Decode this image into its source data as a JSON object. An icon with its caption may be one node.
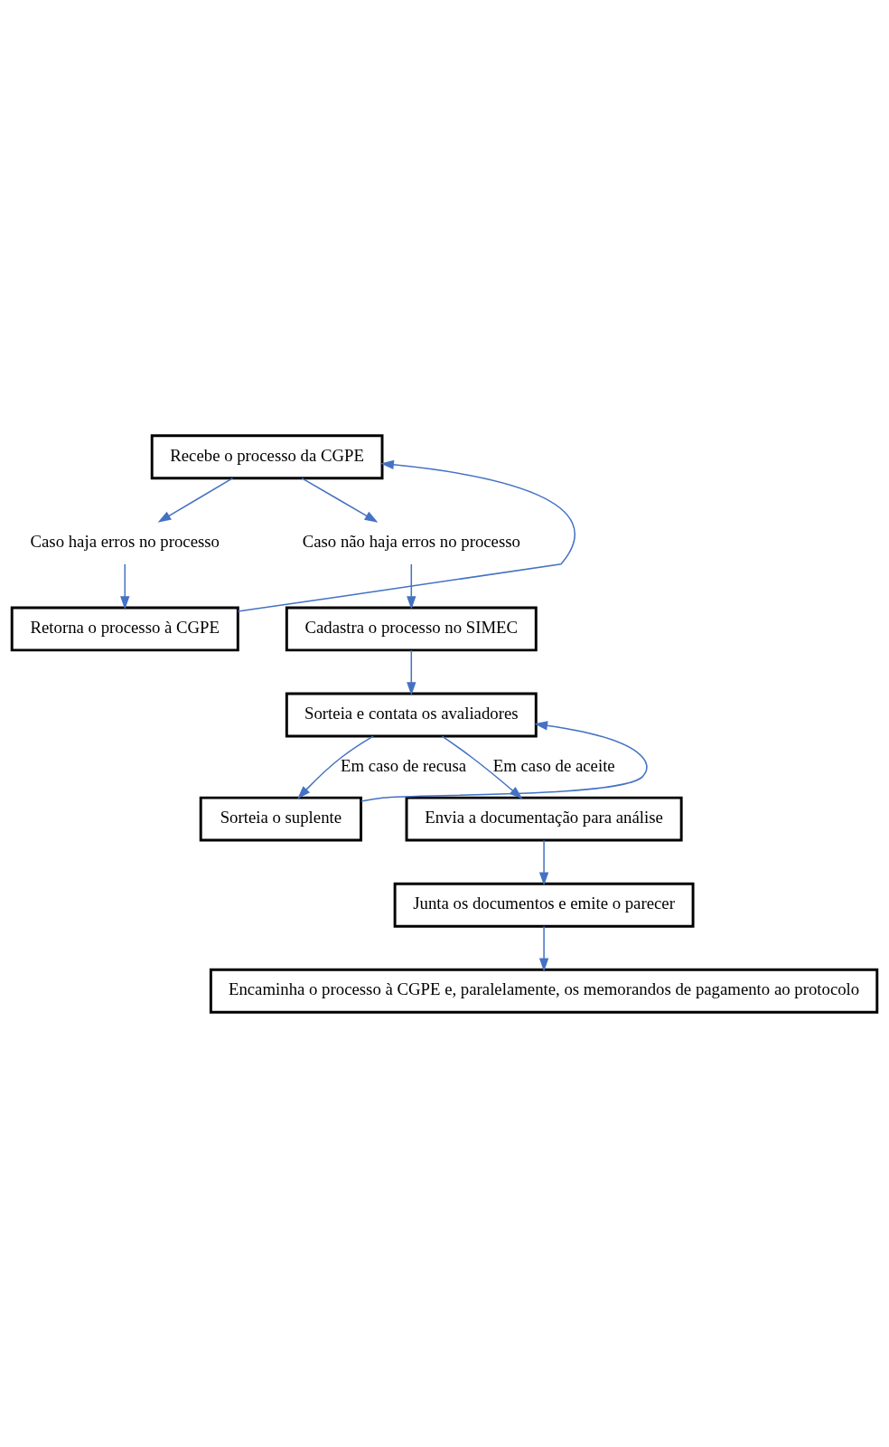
{
  "diagram": {
    "nodes": [
      {
        "text": [
          "Recebe o processo da CGPE"
        ]
      },
      {
        "text": [
          "Caso haja erros no processo"
        ]
      },
      {
        "text": [
          "Caso não haja erros no processo"
        ]
      },
      {
        "text": [
          "Retorna o processo à CGPE"
        ]
      },
      {
        "text": [
          "Cadastra o processo no SIMEC"
        ]
      },
      {
        "text": [
          "Sorteia e contata os avaliadores"
        ]
      },
      {
        "text": [
          "Sorteia o suplente"
        ]
      },
      {
        "text": [
          "Envia a documentação para análise"
        ]
      },
      {
        "text": [
          "Junta os documentos e emite o parecer"
        ]
      },
      {
        "text": [
          "Encaminha o processo à CGPE e, paralelamente, os memorandos de pagamento ao protocolo"
        ]
      }
    ],
    "edges": [
      {
        "from": 0,
        "to": 1,
        "arrow": "to"
      },
      {
        "from": 0,
        "to": 2,
        "arrow": "to"
      },
      {
        "from": 1,
        "to": 3,
        "arrow": "to"
      },
      {
        "from": 3,
        "to": 0,
        "arrow": "to"
      },
      {
        "from": 2,
        "to": 4,
        "arrow": "to"
      },
      {
        "from": 4,
        "to": 5,
        "arrow": "to"
      },
      {
        "from": 5,
        "to": 6,
        "arrow": "to",
        "label": "Em caso de recusa"
      },
      {
        "from": 5,
        "to": 7,
        "arrow": "to",
        "label": "Em caso de aceite"
      },
      {
        "from": 6,
        "to": 5,
        "arrow": "to"
      },
      {
        "from": 7,
        "to": 8,
        "arrow": "to"
      },
      {
        "from": 8,
        "to": 9,
        "arrow": "to"
      }
    ]
  }
}
